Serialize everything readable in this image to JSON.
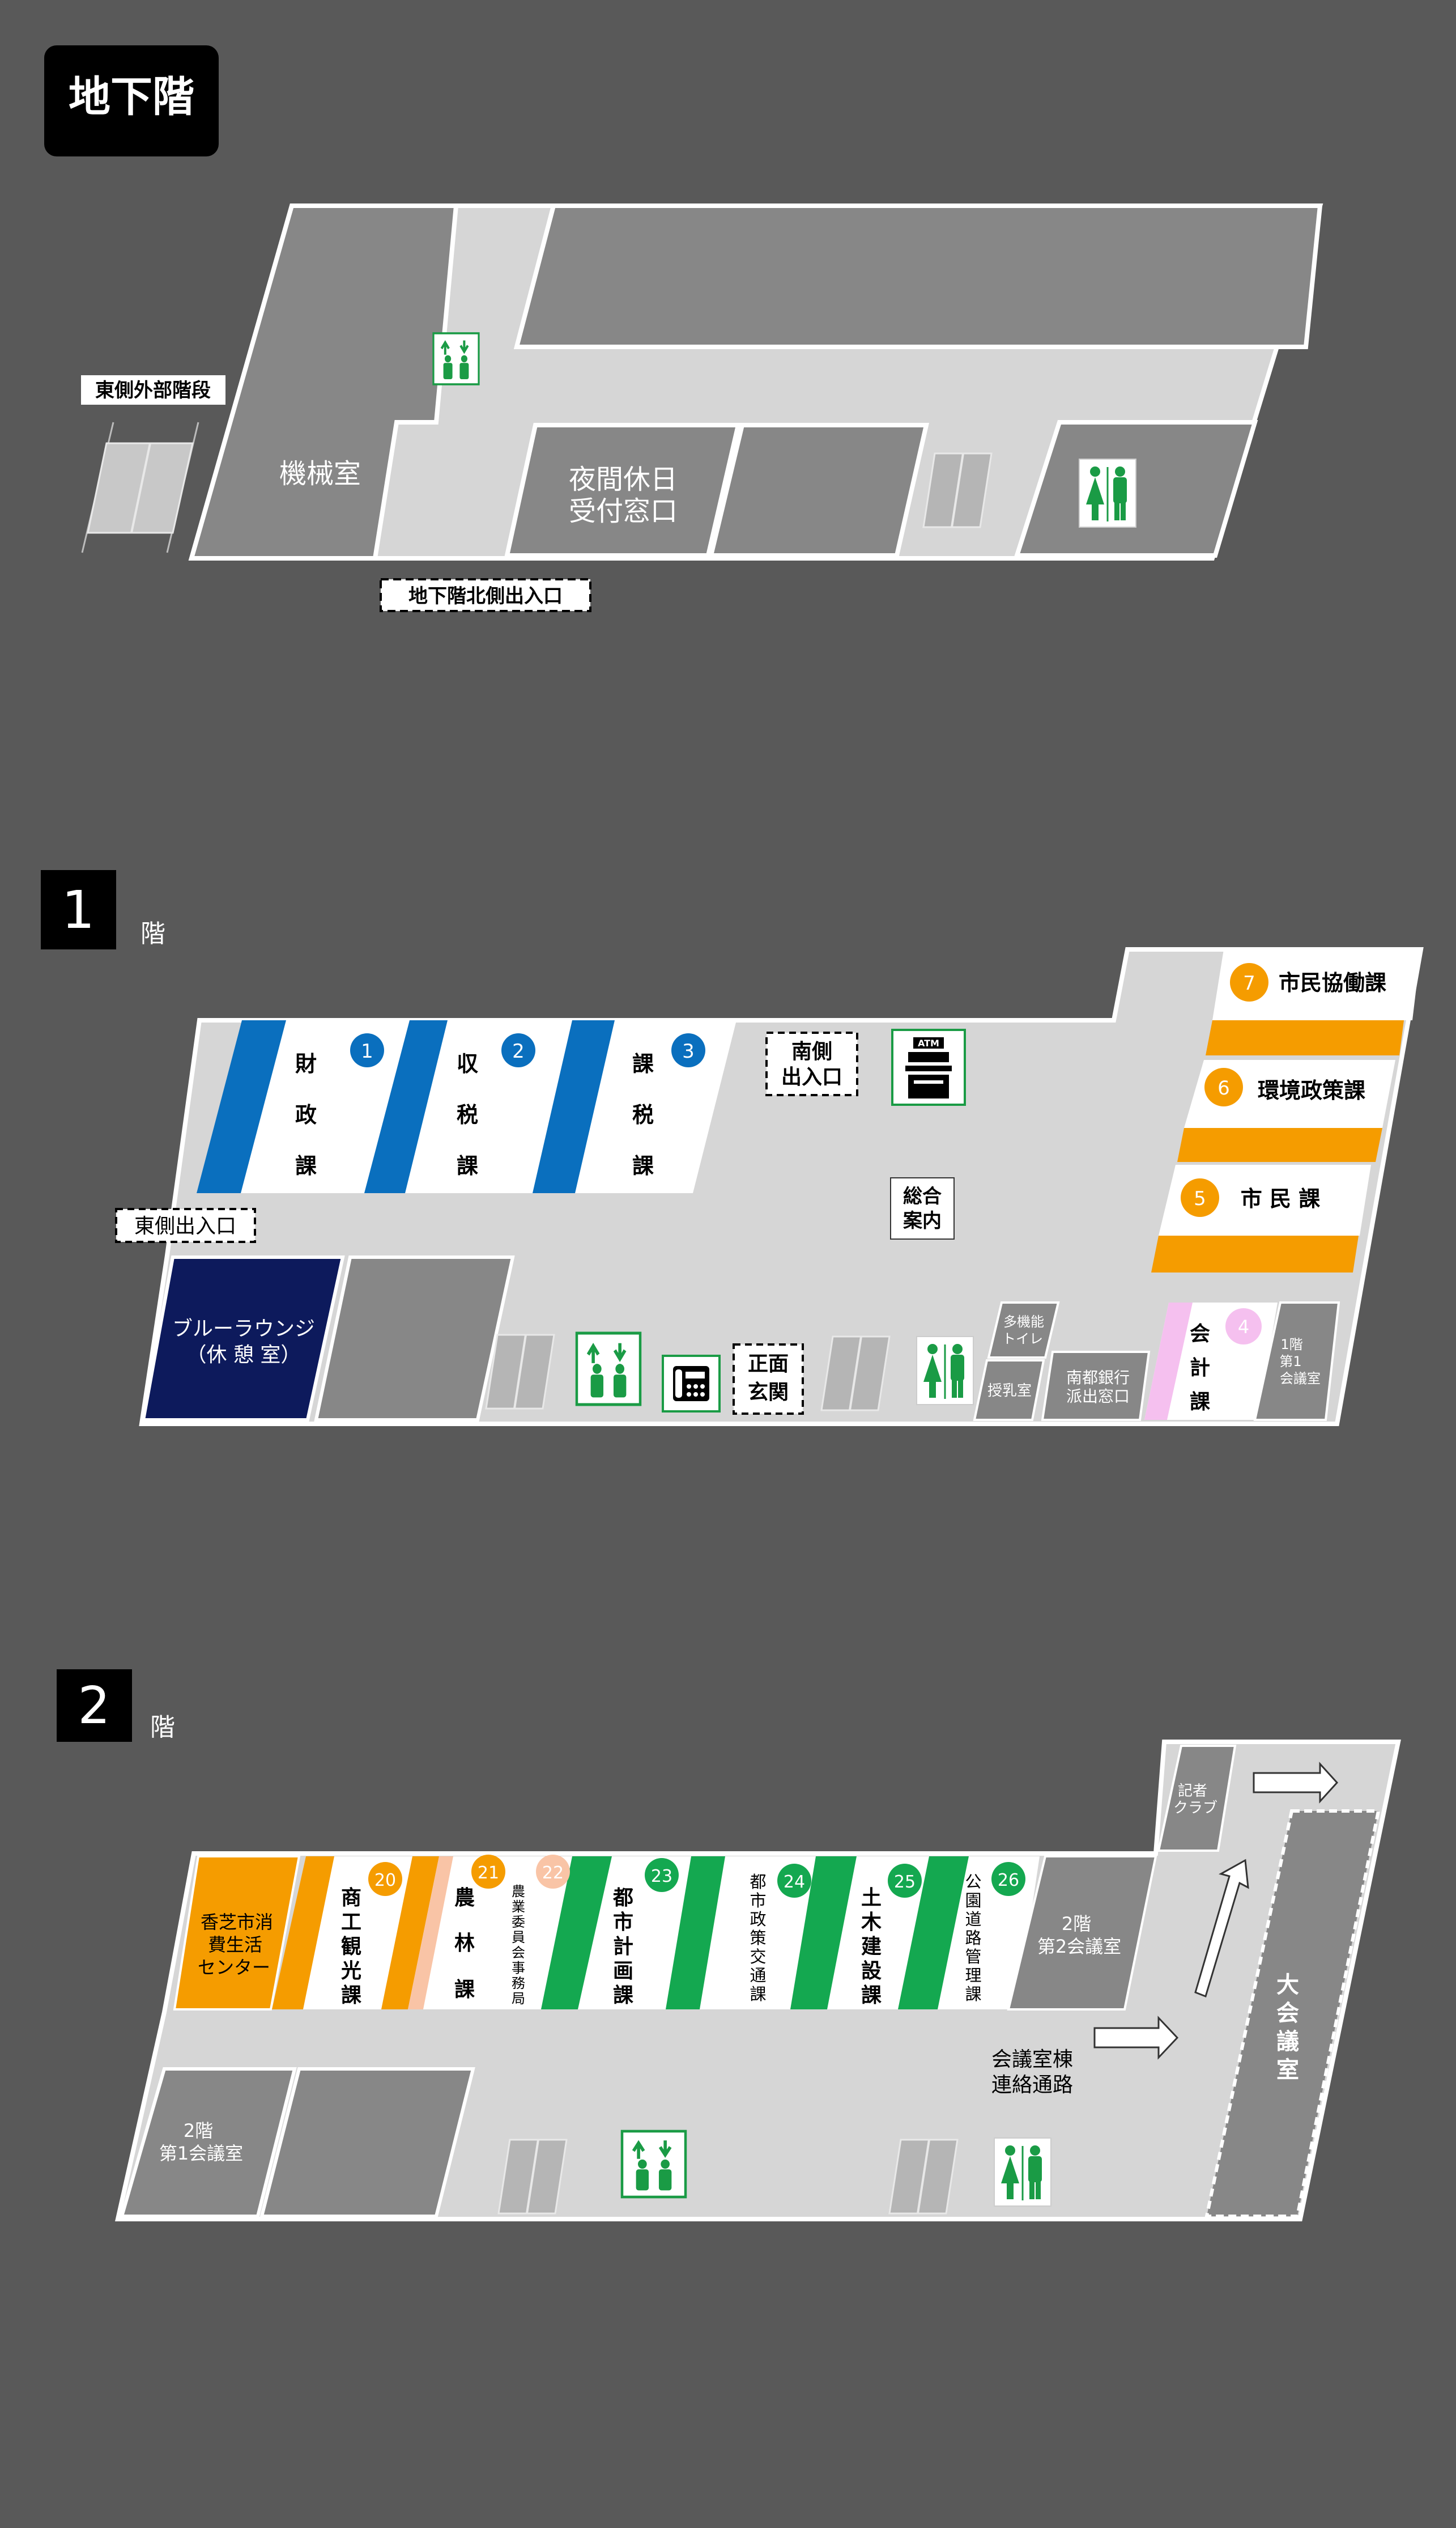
{
  "colors": {
    "background": "#595959",
    "floor": "#d6d6d6",
    "room": "#878787",
    "blue": "#0a6fbe",
    "orange": "#f59c00",
    "green": "#14a850",
    "pink": "#f5c0ef",
    "salmon": "#f9c4a6",
    "navy": "#0d1a5c",
    "sign_green": "#1a9b45"
  },
  "floors": {
    "b1": {
      "label": "地下階",
      "east_stairs": "東側外部階段",
      "machine_room": "機械室",
      "night_reception": [
        "夜間休日",
        "受付窓口"
      ],
      "north_entrance": "地下階北側出入口",
      "icons": [
        "elevator-icon",
        "restroom-icon"
      ]
    },
    "f1": {
      "number": "1",
      "suffix": "階",
      "east_entrance": "東側出入口",
      "south_entrance": [
        "南側",
        "出入口"
      ],
      "information": [
        "総合",
        "案内"
      ],
      "front_entrance": [
        "正面",
        "玄関"
      ],
      "blue_lounge": [
        "ブルーラウンジ",
        "（休 憩 室）"
      ],
      "multipurpose_toilet": [
        "多機能",
        "トイレ"
      ],
      "nursing_room": "授乳室",
      "bank_window": [
        "南都銀行",
        "派出窓口"
      ],
      "conference_room_1": [
        "1階",
        "第1",
        "会議室"
      ],
      "atm_label": "ATM",
      "sections": [
        {
          "no": "1",
          "name": "財政課",
          "chars": [
            "財",
            "政",
            "課"
          ]
        },
        {
          "no": "2",
          "name": "収税課",
          "chars": [
            "収",
            "税",
            "課"
          ]
        },
        {
          "no": "3",
          "name": "課税課",
          "chars": [
            "課",
            "税",
            "課"
          ]
        },
        {
          "no": "4",
          "name": "会計課",
          "chars": [
            "会",
            "計",
            "課"
          ]
        },
        {
          "no": "5",
          "name": "市 民 課"
        },
        {
          "no": "6",
          "name": "環境政策課"
        },
        {
          "no": "7",
          "name": "市民協働課"
        }
      ],
      "icons": [
        "atm-icon",
        "elevator-icon",
        "telephone-icon",
        "restroom-icon"
      ]
    },
    "f2": {
      "number": "2",
      "suffix": "階",
      "consumer_center": [
        "香芝市消",
        "費生活",
        "センター"
      ],
      "press_club": [
        "記者",
        "クラブ"
      ],
      "conference_room_2": [
        "2階",
        "第2会議室"
      ],
      "conference_room_1": [
        "2階",
        "第1会議室"
      ],
      "corridor": [
        "会議室棟",
        "連絡通路"
      ],
      "grand_hall": [
        "大",
        "会",
        "議",
        "室"
      ],
      "sections": [
        {
          "no": "20",
          "name": "商工観光課",
          "chars": [
            "商",
            "工",
            "観",
            "光",
            "課"
          ]
        },
        {
          "no": "21",
          "name": "農林課",
          "chars": [
            "農",
            "林",
            "課"
          ]
        },
        {
          "no": "22",
          "name": "農業委員会事務局",
          "chars": [
            "農",
            "業",
            "委",
            "員",
            "会",
            "事",
            "務",
            "局"
          ]
        },
        {
          "no": "23",
          "name": "都市計画課",
          "chars": [
            "都",
            "市",
            "計",
            "画",
            "課"
          ]
        },
        {
          "no": "24",
          "name": "都市政策交通課",
          "chars": [
            "都",
            "市",
            "政",
            "策",
            "交",
            "通",
            "課"
          ]
        },
        {
          "no": "25",
          "name": "土木建設課",
          "chars": [
            "土",
            "木",
            "建",
            "設",
            "課"
          ]
        },
        {
          "no": "26",
          "name": "公園道路管理課",
          "chars": [
            "公",
            "園",
            "道",
            "路",
            "管",
            "理",
            "課"
          ]
        }
      ],
      "icons": [
        "elevator-icon",
        "restroom-icon",
        "arrow-right-icon",
        "arrow-up-icon"
      ]
    }
  }
}
